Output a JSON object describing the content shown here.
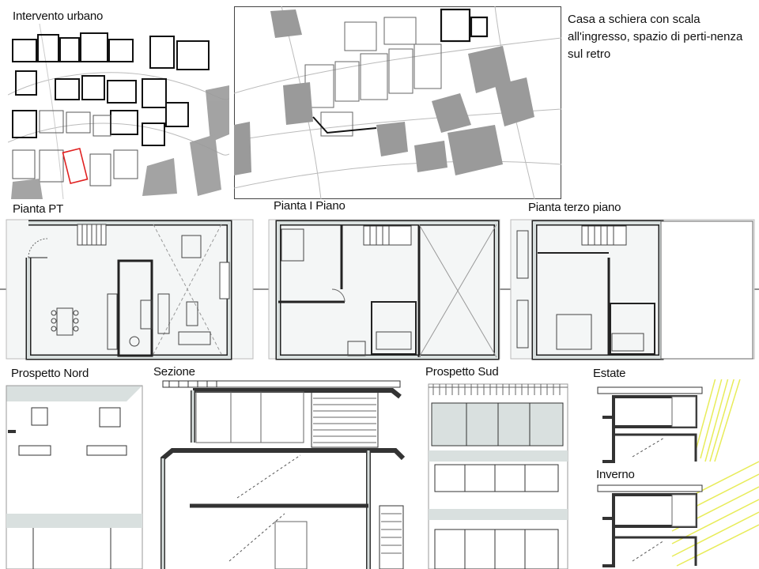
{
  "labels": {
    "urban": "Intervento urbano",
    "description": "Casa a schiera con scala all'ingresso, spazio di perti-nenza sul retro",
    "plan_ground": "Pianta PT",
    "plan_first": "Pianta I Piano",
    "plan_third": "Pianta terzo piano",
    "north": "Prospetto Nord",
    "section": "Sezione",
    "south": "Prospetto Sud",
    "summer": "Estate",
    "winter": "Inverno"
  },
  "colors": {
    "line": "#1a1a1a",
    "wall_fill": "#d9e0df",
    "shade": "#9a9a9a",
    "highlight": "#e02020",
    "sun": "#e8ec5a"
  }
}
